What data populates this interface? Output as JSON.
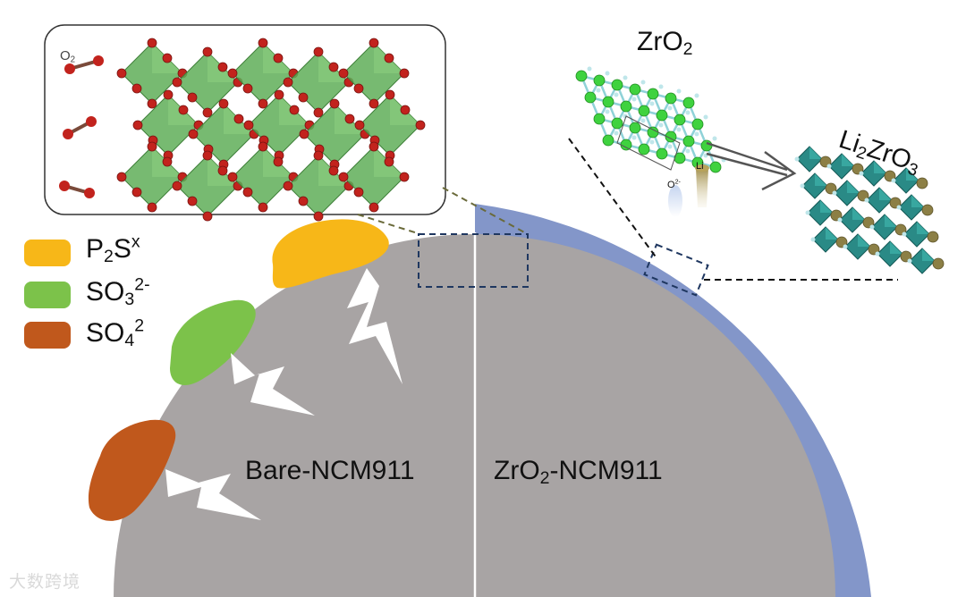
{
  "colors": {
    "core": "#a8a4a4",
    "coating": "#8396c9",
    "p2sx": "#f7b718",
    "so3": "#7cc24a",
    "so4": "#c0581c",
    "octahedron_green": "#5fae58",
    "octahedron_teal": "#2a8a86",
    "oxygen_red": "#c2231d",
    "zr_green": "#3fd23f",
    "li_olive": "#8c7f45",
    "dashed_box": "#1f3760"
  },
  "legend": [
    {
      "label_main": "P",
      "label_sub": "2",
      "label_mid": "S",
      "label_sup": "x",
      "color_key": "p2sx"
    },
    {
      "label_main": "SO",
      "label_sub": "3",
      "label_mid": "",
      "label_sup": "2-",
      "color_key": "so3"
    },
    {
      "label_main": "SO",
      "label_sub": "4",
      "label_mid": "",
      "label_sup": "2",
      "color_key": "so4"
    }
  ],
  "inset": {
    "o2_main": "O",
    "o2_sub": "2"
  },
  "zro2": {
    "main": "ZrO",
    "sub": "2"
  },
  "li2zro3": {
    "pre": "Li",
    "sub1": "2",
    "mid": "ZrO",
    "sub2": "3"
  },
  "ion_o": {
    "main": "O",
    "sup": "2-"
  },
  "ion_li": {
    "main": "Li"
  },
  "core_left": {
    "label": "Bare-NCM911"
  },
  "core_right": {
    "main": "ZrO",
    "sub": "2",
    "rest": "-NCM911"
  },
  "watermark": "大数跨境"
}
